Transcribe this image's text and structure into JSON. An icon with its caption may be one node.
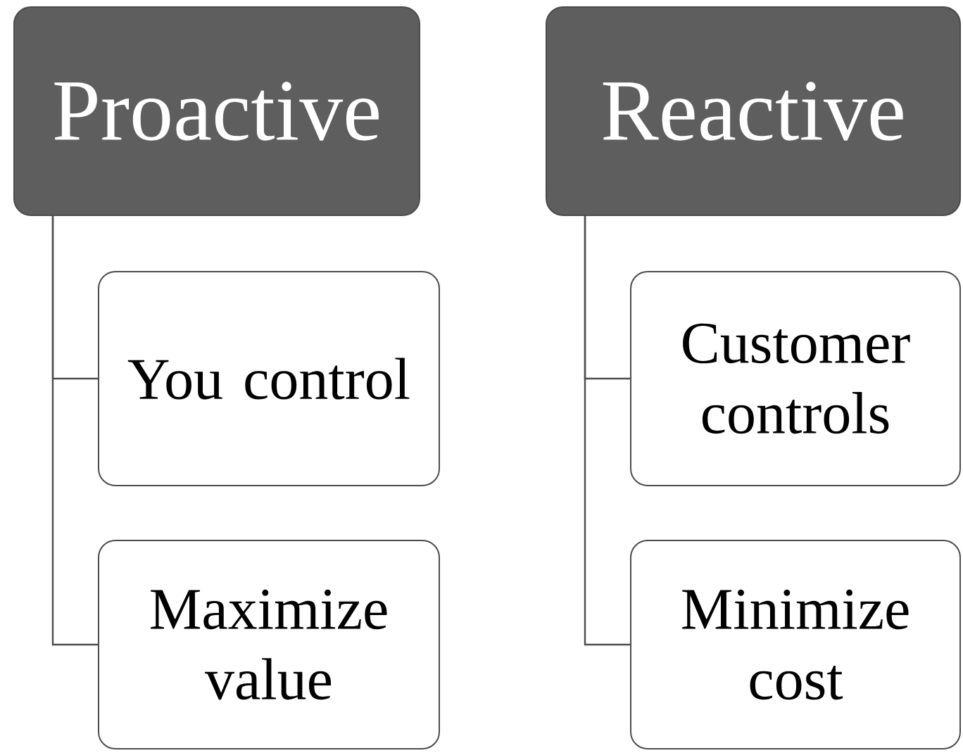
{
  "diagram": {
    "nodes": [
      {
        "text": [
          "Proactive"
        ]
      },
      {
        "text": [
          "You control"
        ]
      },
      {
        "text": [
          "Maximize value"
        ]
      },
      {
        "text": [
          "Reactive"
        ]
      },
      {
        "text": [
          "Customer controls"
        ]
      },
      {
        "text": [
          "Minimize cost"
        ]
      }
    ],
    "edges": [
      {
        "from": 0,
        "to": 1,
        "arrow": "none"
      },
      {
        "from": 0,
        "to": 2,
        "arrow": "none"
      },
      {
        "from": 3,
        "to": 4,
        "arrow": "none"
      },
      {
        "from": 3,
        "to": 5,
        "arrow": "none"
      }
    ]
  }
}
